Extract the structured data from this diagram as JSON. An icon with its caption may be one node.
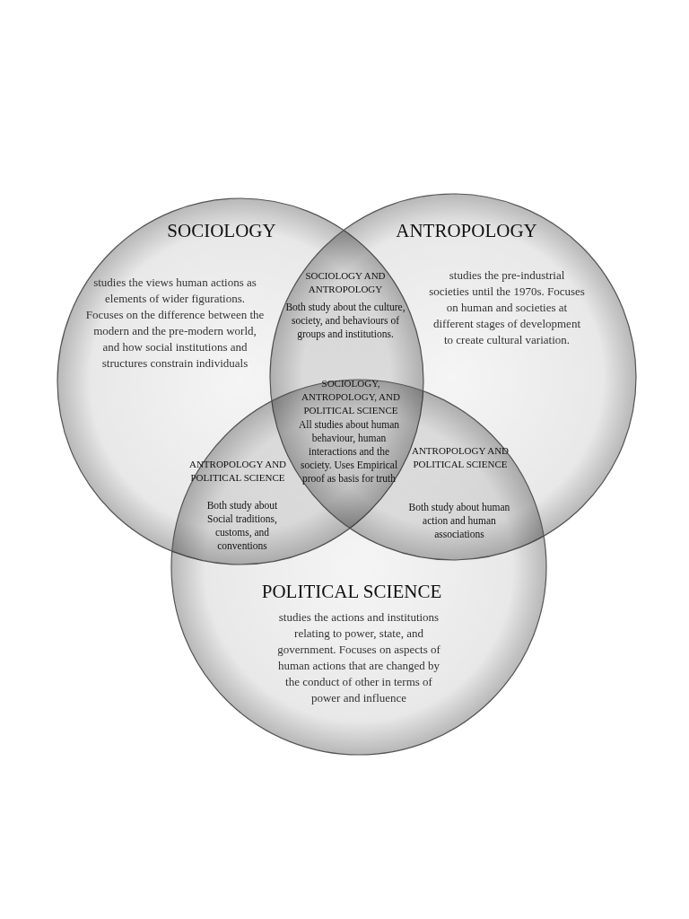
{
  "diagram": {
    "nodes": [
      {
        "text": [
          "SOCIOLOGY",
          "studies the views human actions as elements of wider figurations. Focuses on the difference between the modern and the pre-modern world, and how social institutions and structures constrain individuals"
        ]
      },
      {
        "text": [
          "ANTROPOLOGY",
          "studies the pre-industrial societies until the 1970s. Focuses on human and societies at different stages of development to create cultural variation."
        ]
      },
      {
        "text": [
          "POLITICAL SCIENCE",
          "studies the actions and institutions relating to power, state, and government. Focuses on aspects of human actions that are changed by the conduct of other in terms of power and influence"
        ]
      }
    ],
    "edges": [],
    "labels": [
      "SOCIOLOGY AND ANTROPOLOGY",
      "Both study about the culture, society, and behaviours of groups and institutions.",
      "SOCIOLOGY, ANTROPOLOGY, AND POLITICAL SCIENCE",
      "All studies about human behaviour, human interactions and the society. Uses Empirical proof as basis for truth",
      "ANTROPOLOGY AND POLITICAL SCIENCE",
      "Both study about Social traditions, customs, and conventions",
      "ANTROPOLOGY AND POLITICAL SCIENCE",
      "Both study about human action and human associations"
    ]
  }
}
